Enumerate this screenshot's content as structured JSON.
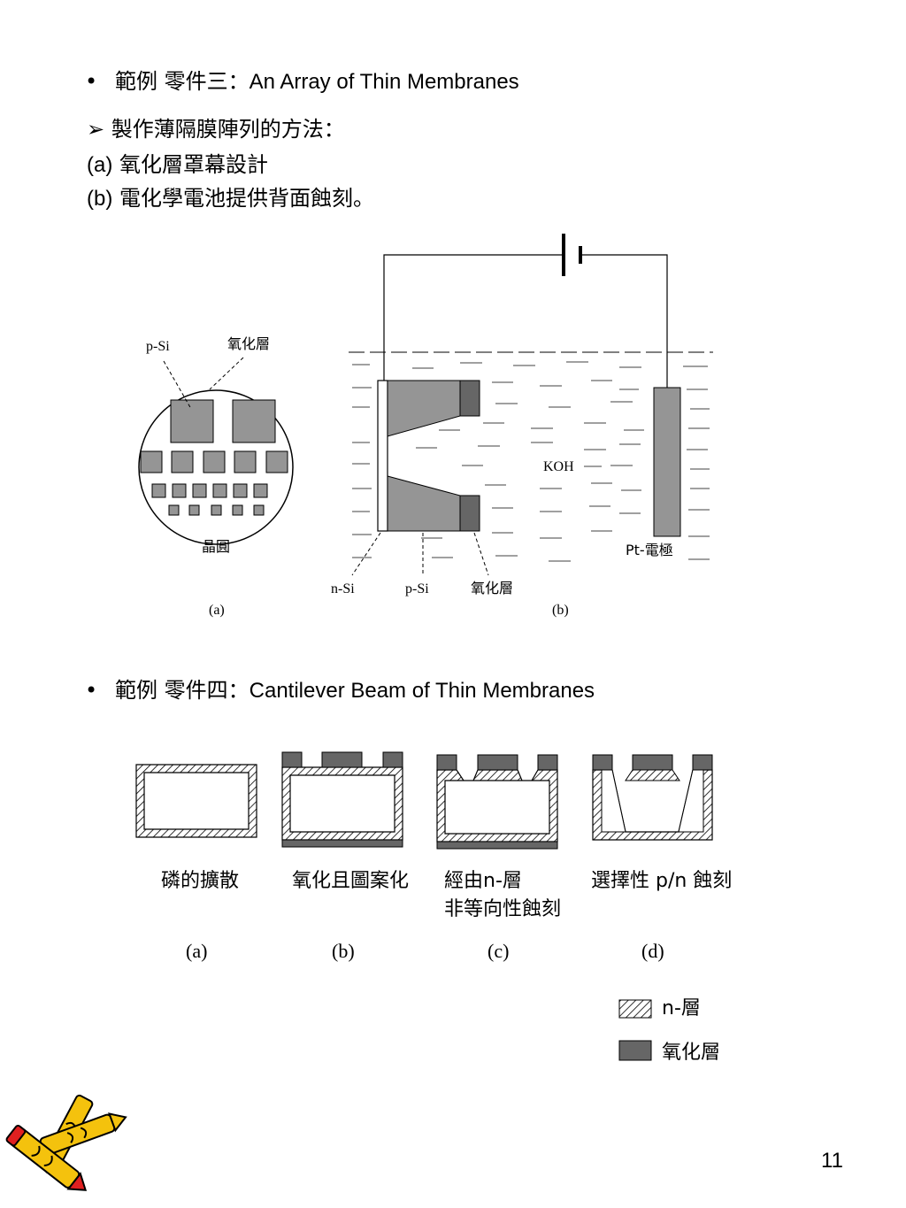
{
  "section1": {
    "bullet": "•",
    "prefix": "範例 零件三：",
    "title_en": "An Array of Thin Membranes",
    "method_marker": "➢",
    "method_text": "製作薄隔膜陣列的方法：",
    "item_a_label": "(a)",
    "item_a_text": "氧化層罩幕設計",
    "item_b_label": "(b)",
    "item_b_text": "電化學電池提供背面蝕刻。"
  },
  "figure1": {
    "wafer": {
      "p_si": "p-Si",
      "oxide": "氧化層",
      "wafer_label": "晶圓",
      "caption": "(a)"
    },
    "cell": {
      "koh": "KOH",
      "electrode": "Pt-電極",
      "n_si": "n-Si",
      "p_si": "p-Si",
      "oxide": "氧化層",
      "caption": "(b)"
    }
  },
  "section2": {
    "bullet": "•",
    "prefix": "範例 零件四：",
    "title_en": "Cantilever Beam of Thin Membranes"
  },
  "figure2": {
    "steps": [
      {
        "label": "磷的擴散",
        "caption": "(a)"
      },
      {
        "label": "氧化且圖案化",
        "caption": "(b)"
      },
      {
        "label_line1": "經由n-層",
        "label_line2": "非等向性蝕刻",
        "caption": "(c)"
      },
      {
        "label": "選擇性 p/n 蝕刻",
        "caption": "(d)"
      }
    ],
    "legend": {
      "n_layer": "n-層",
      "oxide": "氧化層"
    }
  },
  "page_number": "11",
  "icons": {
    "decoration": "crayons-icon"
  },
  "colors": {
    "gray_fill": "#959595",
    "dark_fill": "#666666"
  }
}
